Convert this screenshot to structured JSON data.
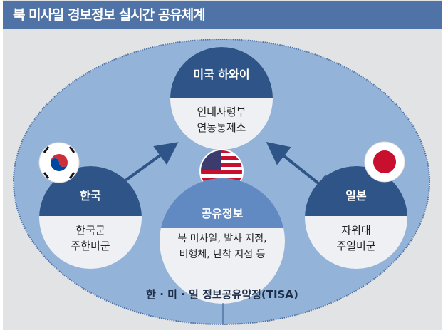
{
  "title": "북 미사일 경보정보 실시간 공유체계",
  "nodes": {
    "usa": {
      "header": "미국 하와이",
      "line1": "인태사령부",
      "line2": "연동통제소"
    },
    "korea": {
      "header": "한국",
      "line1": "한국군",
      "line2": "주한미군"
    },
    "japan": {
      "header": "일본",
      "line1": "자위대",
      "line2": "주일미군"
    },
    "shared": {
      "header": "공유정보",
      "line1": "북 미사일, 발사 지점,",
      "line2": "비행체, 탄착 지점 등"
    }
  },
  "agreement": "한 · 미 · 일 정보공유약정(TISA)",
  "colors": {
    "title_bg": "#4f73a6",
    "ellipse": "#93b3d9",
    "dark_header": "#2f5588",
    "light_header": "#6189c2",
    "body": "#eef0f4"
  }
}
